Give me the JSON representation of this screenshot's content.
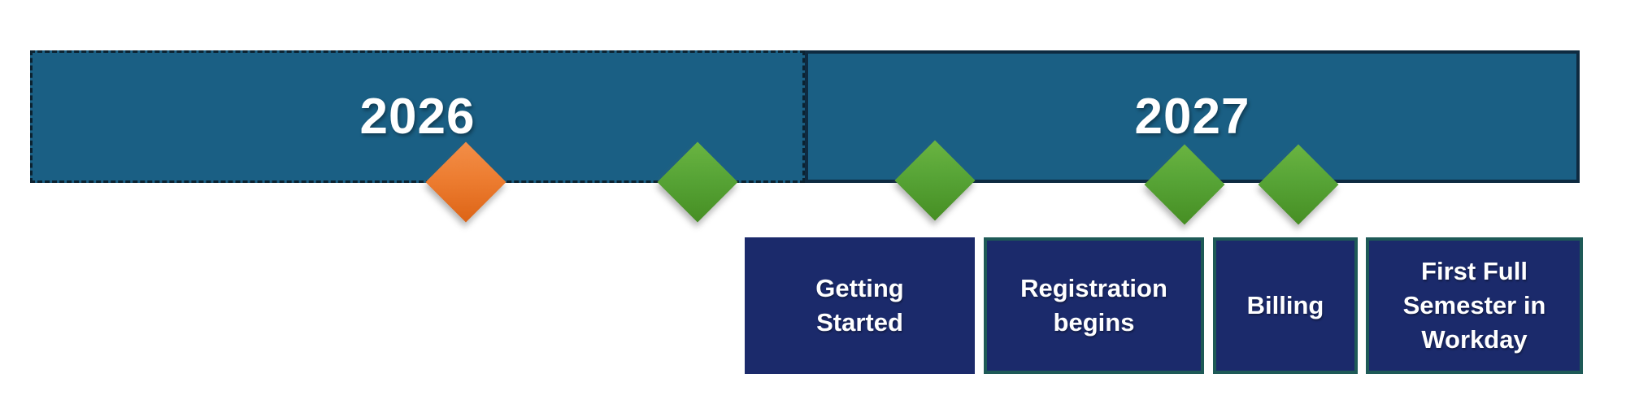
{
  "years": [
    {
      "label": "2026"
    },
    {
      "label": "2027"
    }
  ],
  "milestones": [
    {
      "id": "milestone-1",
      "color": "#ED7D31",
      "shape": "diamond"
    },
    {
      "id": "milestone-2",
      "color": "#57A436",
      "shape": "diamond"
    },
    {
      "id": "milestone-3",
      "color": "#57A436",
      "shape": "diamond"
    },
    {
      "id": "milestone-4",
      "color": "#57A436",
      "shape": "diamond"
    },
    {
      "id": "milestone-5",
      "color": "#57A436",
      "shape": "diamond"
    }
  ],
  "events": [
    {
      "label": "Getting\nStarted"
    },
    {
      "label": "Registration\nbegins"
    },
    {
      "label": "Billing"
    },
    {
      "label": "First Full\nSemester in\nWorkday"
    }
  ],
  "colors": {
    "bar_fill": "#1A5F84",
    "bar_border": "#0E2A40",
    "event_box_fill": "#1B2A6B",
    "event_box_border": "#1E5A57",
    "milestone_orange": "#ED7D31",
    "milestone_green": "#57A436",
    "text": "#FFFFFF"
  }
}
